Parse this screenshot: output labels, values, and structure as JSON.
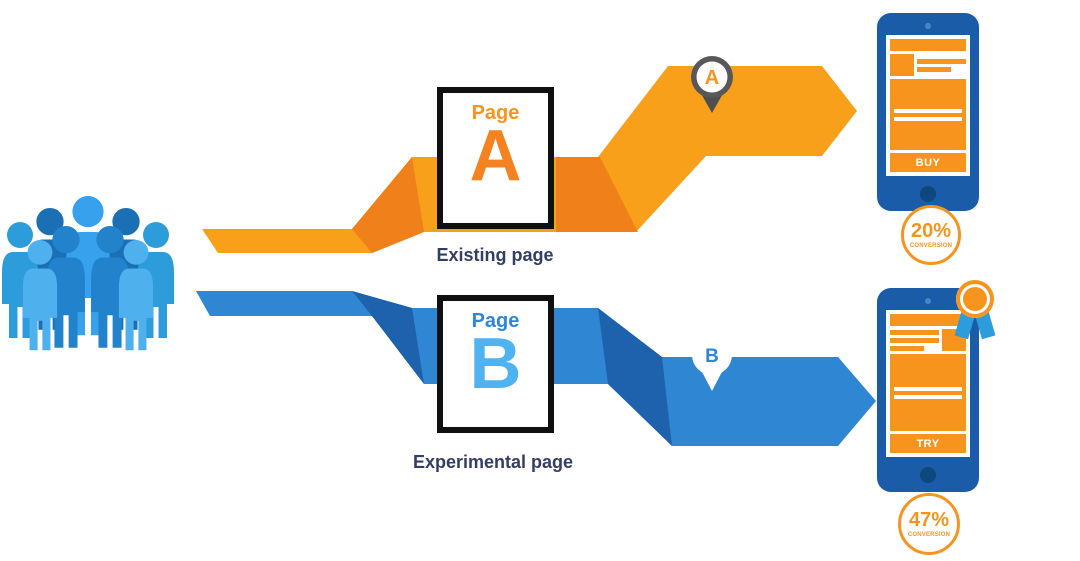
{
  "variants": {
    "a": {
      "page_word": "Page",
      "letter": "A",
      "caption": "Existing page",
      "pin_letter": "A",
      "phone_button": "BUY",
      "conversion_value": "20%",
      "conversion_label": "CONVERSION"
    },
    "b": {
      "page_word": "Page",
      "letter": "B",
      "caption": "Experimental page",
      "pin_letter": "B",
      "phone_button": "TRY",
      "conversion_value": "47%",
      "conversion_label": "CONVERSION"
    }
  },
  "colors": {
    "orange": "#F7941E",
    "orange_main": "#F9A01B",
    "orange_dark": "#F08019",
    "blue": "#2E86D8",
    "blue_main": "#2F86D3",
    "blue_dark": "#1E62AE",
    "light_blue": "#4FB3F2",
    "navy_text": "#333E68",
    "phone_body": "#1A5CA8",
    "box_border": "#101010"
  }
}
